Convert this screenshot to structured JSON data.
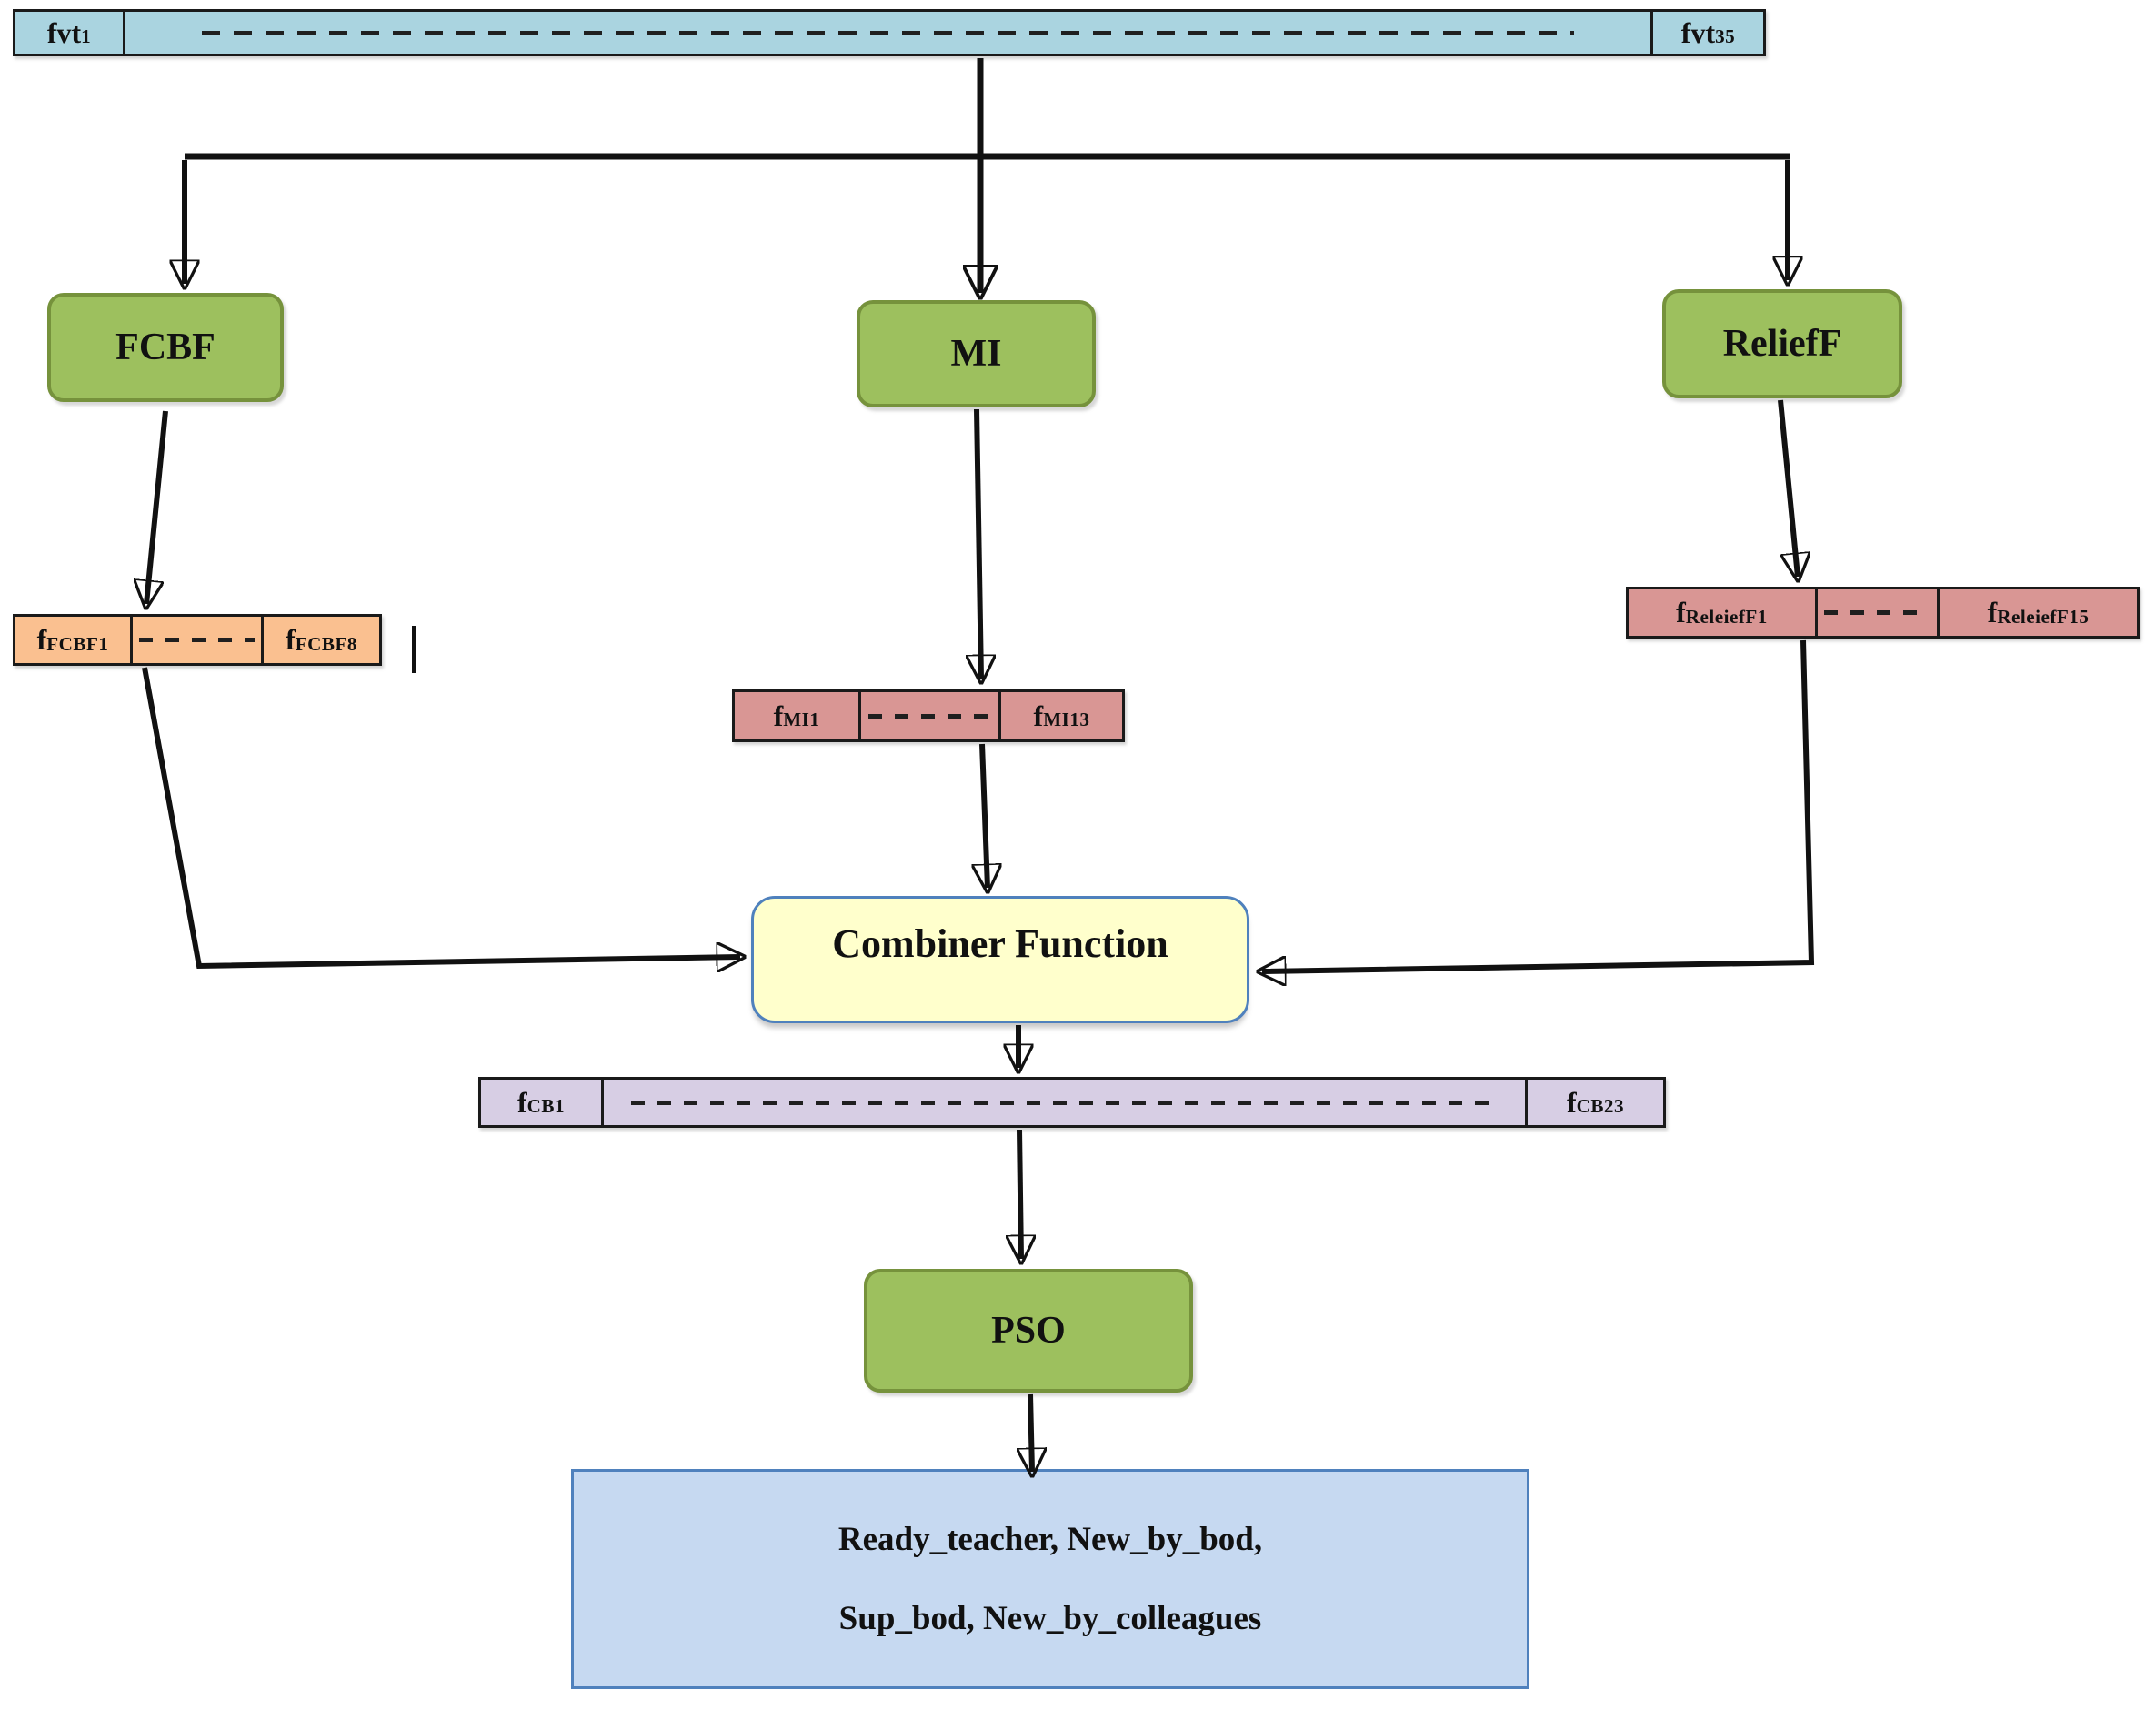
{
  "diagram": {
    "input_bar": {
      "start": {
        "base": "fvt",
        "sub": "1"
      },
      "end": {
        "base": "fvt",
        "sub": "35"
      }
    },
    "selectors": {
      "fcbf": {
        "label": "FCBF"
      },
      "mi": {
        "label": "MI"
      },
      "relieff": {
        "label": "ReliefF"
      }
    },
    "fcbf_bar": {
      "start": {
        "base": "f",
        "sub": "FCBF1"
      },
      "end": {
        "base": "f",
        "sub": "FCBF8"
      }
    },
    "mi_bar": {
      "start": {
        "base": "f",
        "sub": "MI1"
      },
      "end": {
        "base": "f",
        "sub": "MI13"
      }
    },
    "relieff_bar": {
      "start": {
        "base": "f",
        "sub": "ReleiefF1"
      },
      "end": {
        "base": "f",
        "sub": "ReleiefF15"
      }
    },
    "combiner": {
      "label": "Combiner Function"
    },
    "cb_bar": {
      "start": {
        "base": "f",
        "sub": "CB1"
      },
      "end": {
        "base": "f",
        "sub": "CB23"
      }
    },
    "pso": {
      "label": "PSO"
    },
    "output_box": {
      "line1": "Ready_teacher, New_by_bod,",
      "line2": "Sup_bod, New_by_colleagues"
    },
    "colors": {
      "input_bar_fill": "#aad4e0",
      "selector_fill": "#9dc05e",
      "selector_border": "#76923c",
      "fcbf_bar_fill": "#fac090",
      "mi_bar_fill": "#d99694",
      "relieff_bar_fill": "#d99694",
      "combiner_fill": "#ffffcc",
      "combiner_border": "#4f81bd",
      "cb_bar_fill": "#d7cee4",
      "output_fill": "#c6d9f1",
      "output_border": "#4f81bd",
      "connector": "#111111"
    }
  }
}
